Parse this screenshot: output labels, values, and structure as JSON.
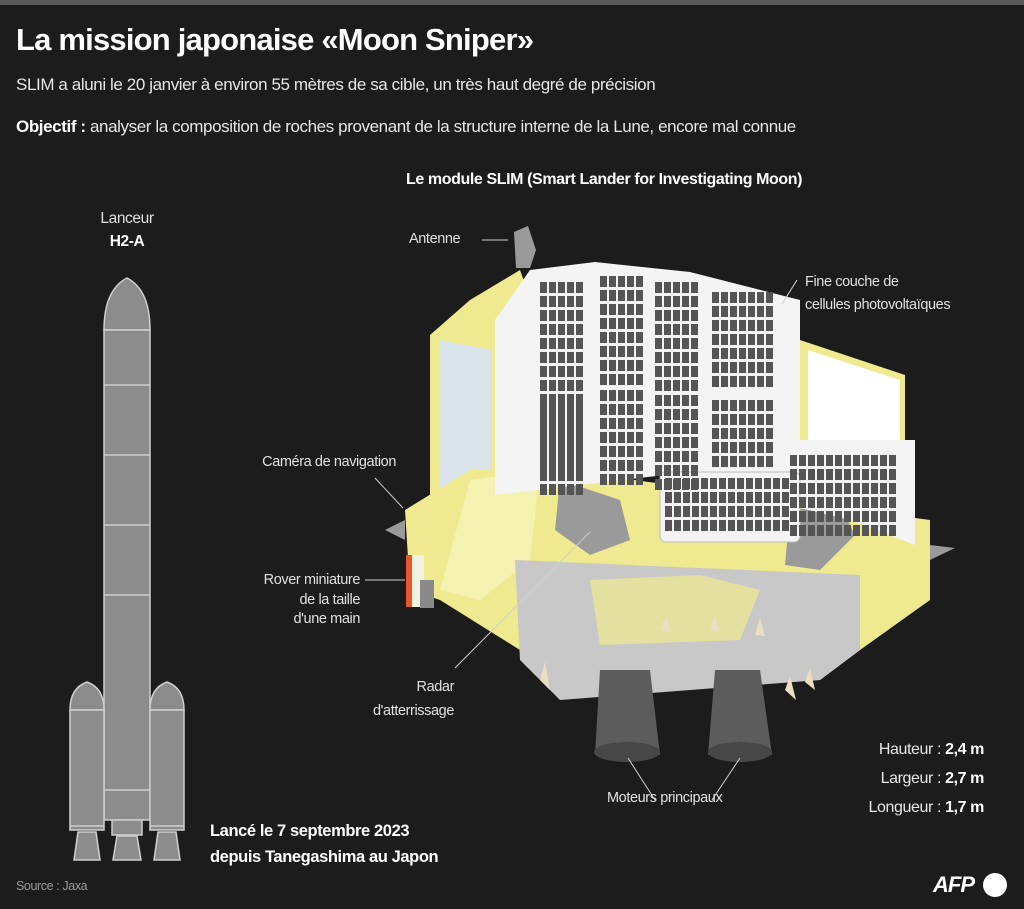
{
  "header": {
    "title": "La mission japonaise «Moon Sniper»",
    "subtitle": "SLIM a aluni le 20 janvier à environ 55 mètres de sa cible, un très haut degré de précision",
    "objective_label": "Objectif :",
    "objective_text": " analyser la composition de roches provenant de la structure interne de la Lune, encore mal connue"
  },
  "rocket": {
    "label_line1": "Lanceur",
    "label_line2": "H2-A",
    "launch_line1": "Lancé le 7 septembre 2023",
    "launch_line2": "depuis Tanegashima au Japon"
  },
  "module": {
    "title": "Le module SLIM (Smart Lander for Investigating Moon)",
    "labels": {
      "antenna": "Antenne",
      "solar_line1": "Fine couche de",
      "solar_line2": "cellules photovoltaïques",
      "camera": "Caméra de navigation",
      "rover_line1": "Rover miniature",
      "rover_line2": "de la taille",
      "rover_line3": "d'une main",
      "radar_line1": "Radar",
      "radar_line2": "d'atterrissage",
      "engines": "Moteurs principaux"
    },
    "dimensions": [
      {
        "label": "Hauteur :",
        "value": " 2,4 m"
      },
      {
        "label": "Largeur :",
        "value": " 2,7 m"
      },
      {
        "label": "Longueur :",
        "value": " 1,7 m"
      }
    ]
  },
  "footer": {
    "source": "Source : Jaxa",
    "logo": "AFP"
  },
  "colors": {
    "background": "#1c1c1c",
    "body_yellow": "#efe98f",
    "panel_white": "#f4f4f4",
    "cell_gray": "#555555",
    "rocket_gray": "#8c8c8c"
  }
}
